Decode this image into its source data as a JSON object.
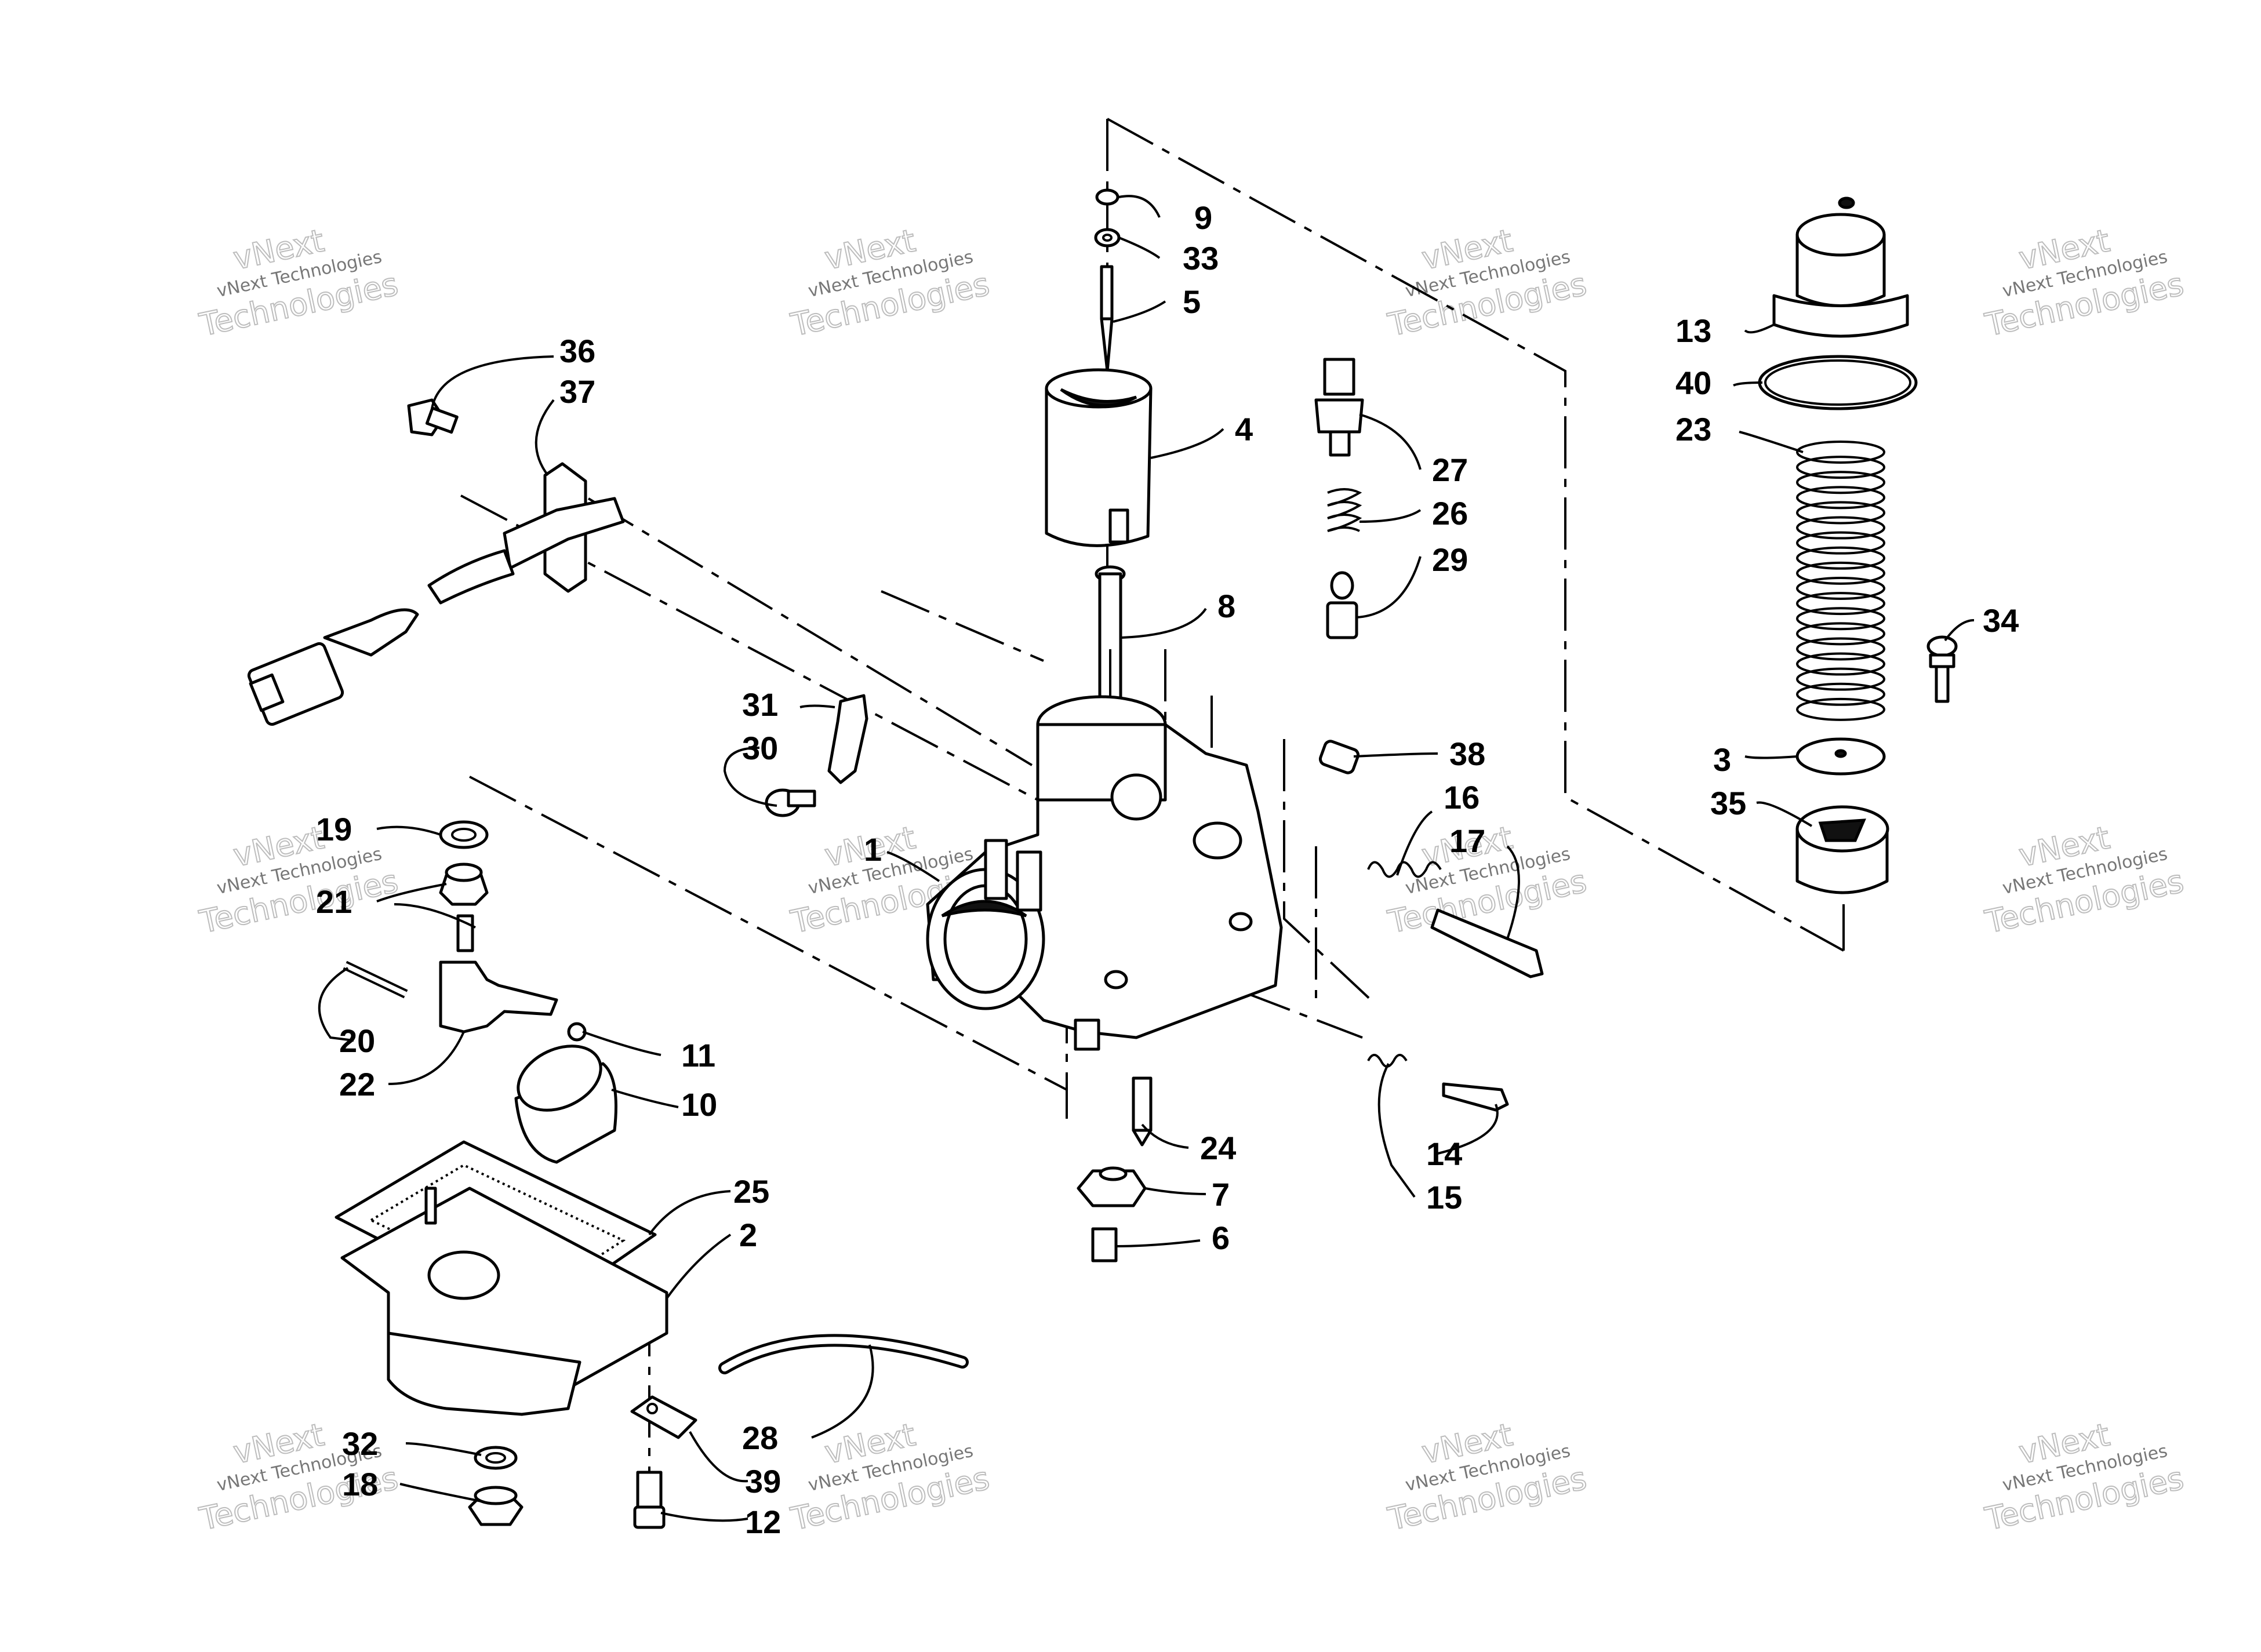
{
  "callouts": [
    {
      "id": "1",
      "text": "1"
    },
    {
      "id": "2",
      "text": "2"
    },
    {
      "id": "3",
      "text": "3"
    },
    {
      "id": "4",
      "text": "4"
    },
    {
      "id": "5",
      "text": "5"
    },
    {
      "id": "6",
      "text": "6"
    },
    {
      "id": "7",
      "text": "7"
    },
    {
      "id": "8",
      "text": "8"
    },
    {
      "id": "9",
      "text": "9"
    },
    {
      "id": "10",
      "text": "10"
    },
    {
      "id": "11",
      "text": "11"
    },
    {
      "id": "12",
      "text": "12"
    },
    {
      "id": "13",
      "text": "13"
    },
    {
      "id": "14",
      "text": "14"
    },
    {
      "id": "15",
      "text": "15"
    },
    {
      "id": "16",
      "text": "16"
    },
    {
      "id": "17",
      "text": "17"
    },
    {
      "id": "18",
      "text": "18"
    },
    {
      "id": "19",
      "text": "19"
    },
    {
      "id": "20",
      "text": "20"
    },
    {
      "id": "21",
      "text": "21"
    },
    {
      "id": "22",
      "text": "22"
    },
    {
      "id": "23",
      "text": "23"
    },
    {
      "id": "24",
      "text": "24"
    },
    {
      "id": "25",
      "text": "25"
    },
    {
      "id": "26",
      "text": "26"
    },
    {
      "id": "27",
      "text": "27"
    },
    {
      "id": "28",
      "text": "28"
    },
    {
      "id": "29",
      "text": "29"
    },
    {
      "id": "30",
      "text": "30"
    },
    {
      "id": "31",
      "text": "31"
    },
    {
      "id": "32",
      "text": "32"
    },
    {
      "id": "33",
      "text": "33"
    },
    {
      "id": "34",
      "text": "34"
    },
    {
      "id": "35",
      "text": "35"
    },
    {
      "id": "36",
      "text": "36"
    },
    {
      "id": "37",
      "text": "37"
    },
    {
      "id": "38",
      "text": "38"
    },
    {
      "id": "39",
      "text": "39"
    },
    {
      "id": "40",
      "text": "40"
    }
  ],
  "watermark": {
    "line1": "vNext Technologies",
    "line2": "Technologies",
    "line3": "vNext"
  }
}
